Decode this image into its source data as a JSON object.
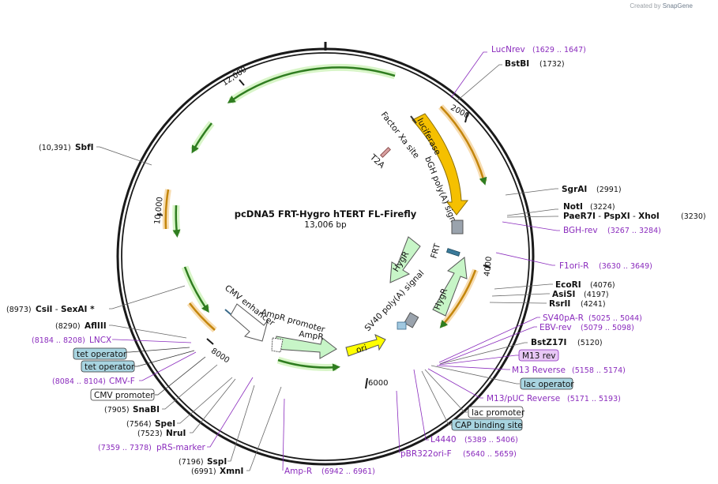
{
  "credit": {
    "prefix": "Created by",
    "brand": "SnapGene"
  },
  "plasmid": {
    "name": "pcDNA5 FRT-Hygro hTERT FL-Firefly",
    "length": "13,006 bp"
  },
  "ticks": {
    "t2000": "2000",
    "t4000": "4000",
    "t6000": "6000",
    "t8000": "8000",
    "t10000": "10,000",
    "t12000": "12,000"
  },
  "features": {
    "factor_xa": "Factor Xa site",
    "luciferase": "luciferase",
    "t2a": "T2A",
    "bgh": "bGH poly(A) signal",
    "frt": "FRT",
    "hygr_inner": "HygR",
    "hygr_outer": "HygR",
    "sv40_polya": "SV40 poly(A) signal",
    "ori": "ori",
    "cmv_enhancer": "CMV enhancer",
    "ampr_promoter": "AmpR promoter",
    "ampr": "AmpR"
  },
  "right_labels": {
    "lucnrev": {
      "name": "LucNrev",
      "pos": "(1629 .. 1647)"
    },
    "bstbi": {
      "name": "BstBI",
      "pos": "(1732)"
    },
    "sgrai": {
      "name": "SgrAI",
      "pos": "(2991)"
    },
    "noti": {
      "name": "NotI",
      "pos": "(3224)"
    },
    "paer7i": {
      "name": "PaeR7I",
      "sep1": " - ",
      "name2": "PspXI",
      "sep2": " - ",
      "name3": "XhoI",
      "pos": "(3230)"
    },
    "bgh_rev": {
      "name": "BGH-rev",
      "pos": "(3267 .. 3284)"
    },
    "f1ori_r": {
      "name": "F1ori-R",
      "pos": "(3630 .. 3649)"
    },
    "ecori": {
      "name": "EcoRI",
      "pos": "(4076)"
    },
    "asisi": {
      "name": "AsiSI",
      "pos": "(4197)"
    },
    "rsrii": {
      "name": "RsrII",
      "pos": "(4241)"
    },
    "sv40pa_r": {
      "name": "SV40pA-R",
      "pos": "(5025 .. 5044)"
    },
    "ebv_rev": {
      "name": "EBV-rev",
      "pos": "(5079 .. 5098)"
    },
    "bstz17i": {
      "name": "BstZ17I",
      "pos": "(5120)"
    },
    "m13rev": {
      "name": "M13 rev"
    },
    "m13_reverse": {
      "name": "M13 Reverse",
      "pos": "(5158 .. 5174)"
    },
    "lac_operator": {
      "name": "lac operator"
    },
    "m13_puc_reverse": {
      "name": "M13/pUC Reverse",
      "pos": "(5171 .. 5193)"
    },
    "lac_promoter": {
      "name": "lac promoter"
    },
    "cap_site": {
      "name": "CAP binding site"
    },
    "l4440": {
      "name": "L4440",
      "pos": "(5389 .. 5406)"
    },
    "pbr322ori_f": {
      "name": "pBR322ori-F",
      "pos": "(5640 .. 5659)"
    },
    "amp_r": {
      "name": "Amp-R",
      "pos": "(6942 .. 6961)"
    }
  },
  "left_labels": {
    "sbfi": {
      "name": "SbfI",
      "pos": "(10,391)"
    },
    "csii": {
      "pos": "(8973)",
      "name": "CsiI",
      "sep": " - ",
      "name2": "SexAI",
      "star": " *"
    },
    "afliii": {
      "pos": "(8290)",
      "name": "AflIII"
    },
    "lncx": {
      "pos": "(8184 .. 8208)",
      "name": "LNCX"
    },
    "tet_op1": {
      "name": "tet operator"
    },
    "tet_op2": {
      "name": "tet operator"
    },
    "cmv_f": {
      "pos": "(8084 .. 8104)",
      "name": "CMV-F"
    },
    "cmv_promoter": {
      "name": "CMV promoter"
    },
    "snabi": {
      "pos": "(7905)",
      "name": "SnaBI"
    },
    "spei": {
      "pos": "(7564)",
      "name": "SpeI"
    },
    "nrui": {
      "pos": "(7523)",
      "name": "NruI"
    },
    "prs_marker": {
      "pos": "(7359 .. 7378)",
      "name": "pRS-marker"
    },
    "sspi": {
      "pos": "(7196)",
      "name": "SspI"
    },
    "xmni": {
      "pos": "(6991)",
      "name": "XmnI"
    }
  },
  "colors": {
    "primer": "#8a2bbd",
    "luciferase": "#f5c000",
    "marker": "#c7f5c7",
    "ori": "#ffff00",
    "polya": "#9aa3ad",
    "backbone": "#1a1a1a"
  }
}
